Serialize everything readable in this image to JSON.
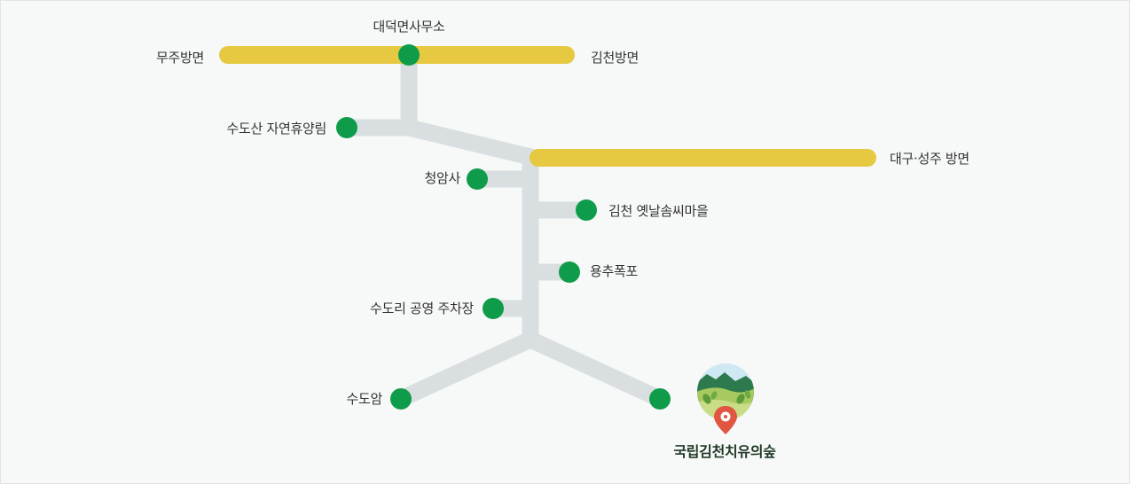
{
  "colors": {
    "background": "#f7f8f8",
    "road_main": "#e6c940",
    "road_access": "#d9dfe0",
    "stop": "#0f9c4a",
    "marker": "#e05640",
    "dest_text": "#1f3a26"
  },
  "labels": {
    "daedeok_office": "대덕면사무소",
    "muju": "무주방면",
    "gimcheon": "김천방면",
    "sudosan_forest": "수도산 자연휴양림",
    "daegu_seongju": "대구·성주 방면",
    "cheongamsa": "청암사",
    "old_village": "김천 옛날솜씨마을",
    "yongchu_falls": "용추폭포",
    "sudori_parking": "수도리 공영 주차장",
    "sudoam": "수도암",
    "destination": "국립김천치유의숲"
  },
  "icons": {
    "stop": "green-dot-icon",
    "destination": "forest-location-pin-icon"
  }
}
